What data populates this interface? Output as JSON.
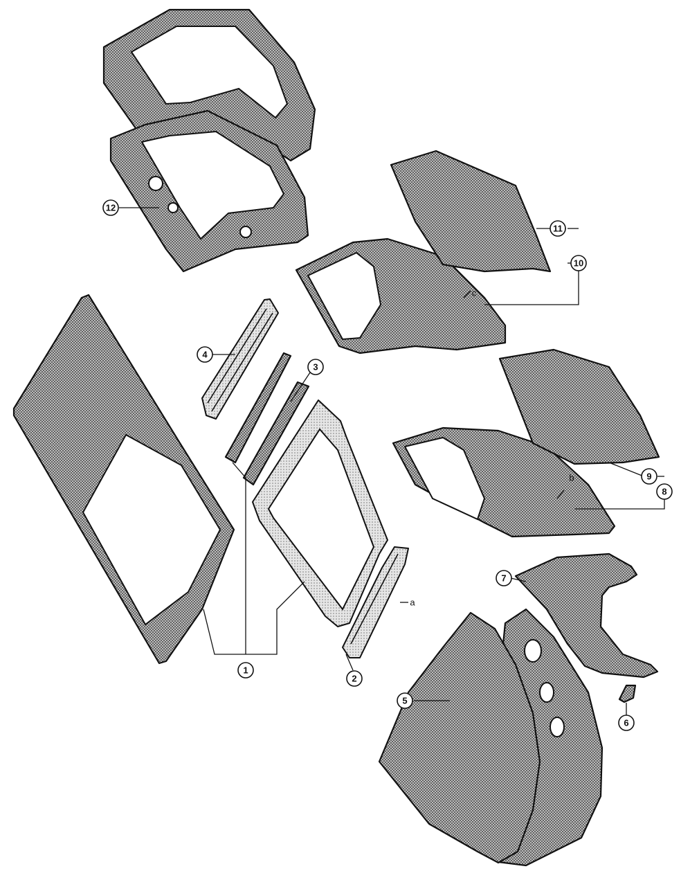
{
  "callouts": [
    {
      "id": "1",
      "label": "1"
    },
    {
      "id": "2",
      "label": "2"
    },
    {
      "id": "3",
      "label": "3"
    },
    {
      "id": "4",
      "label": "4"
    },
    {
      "id": "5",
      "label": "5"
    },
    {
      "id": "6",
      "label": "6"
    },
    {
      "id": "7",
      "label": "7"
    },
    {
      "id": "8",
      "label": "8"
    },
    {
      "id": "9",
      "label": "9"
    },
    {
      "id": "10",
      "label": "10"
    },
    {
      "id": "11",
      "label": "11"
    },
    {
      "id": "12",
      "label": "12"
    }
  ],
  "letters": {
    "a": "a",
    "b": "b",
    "c": "c"
  }
}
